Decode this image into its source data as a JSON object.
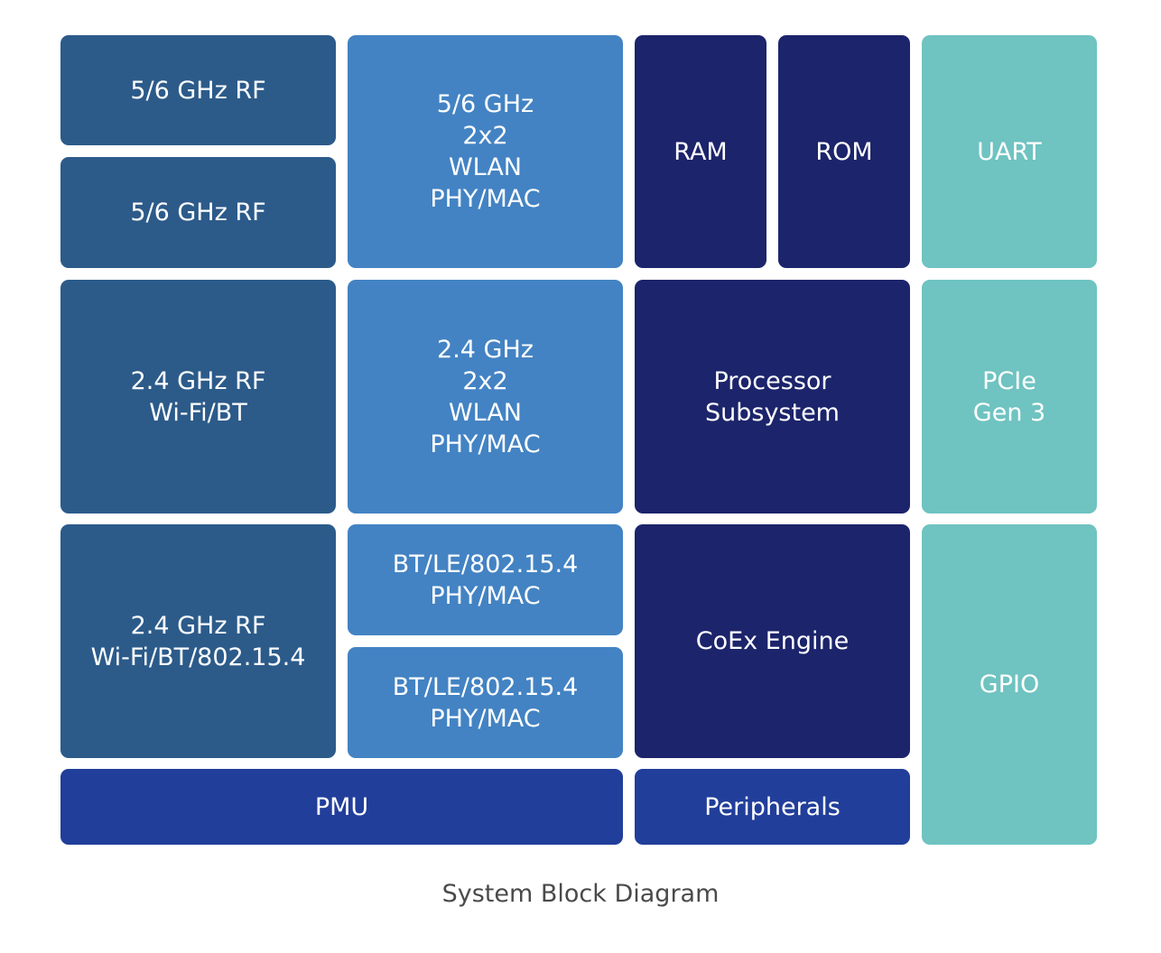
{
  "blocks": {
    "rf_56_a": "5/6 GHz RF",
    "rf_56_b": "5/6 GHz RF",
    "wlan_56": "5/6 GHz\n2x2\nWLAN\nPHY/MAC",
    "ram": "RAM",
    "rom": "ROM",
    "uart": "UART",
    "rf_24_wifi_bt": "2.4 GHz RF\nWi-Fi/BT",
    "wlan_24": "2.4 GHz\n2x2\nWLAN\nPHY/MAC",
    "processor": "Processor\nSubsystem",
    "pcie": "PCIe\nGen 3",
    "rf_24_wifi_bt_802": "2.4 GHz RF\nWi-Fi/BT/802.15.4",
    "bt_a": "BT/LE/802.15.4\nPHY/MAC",
    "bt_b": "BT/LE/802.15.4\nPHY/MAC",
    "coex": "CoEx Engine",
    "gpio": "GPIO",
    "pmu": "PMU",
    "peripherals": "Peripherals"
  },
  "colors": {
    "rf": "#2c5b8a",
    "phy": "#4383c3",
    "memory_processor": "#1c246b",
    "pmu_peripherals": "#213e9a",
    "interfaces": "#6fc3c1"
  },
  "caption": "System Block Diagram"
}
